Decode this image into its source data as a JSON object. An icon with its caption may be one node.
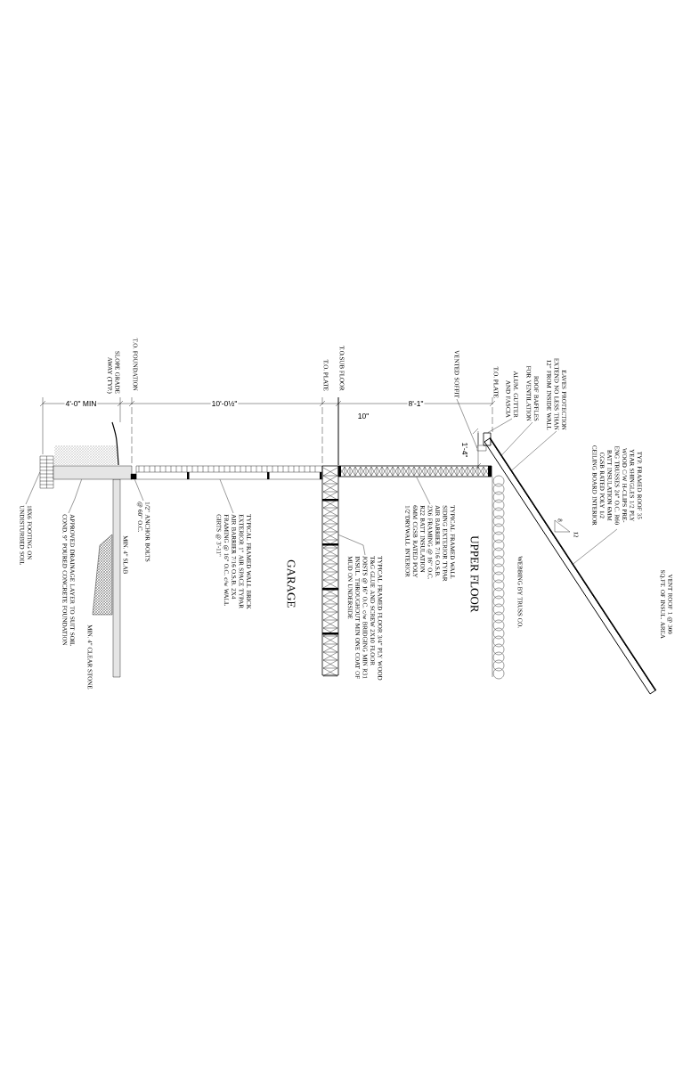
{
  "diagram": {
    "nodes": [
      {
        "text": [
          "18X6 FOOTING ON UNDISTURBED SOIL"
        ]
      },
      {
        "text": [
          "APPROVED DRAINAGE LAYER TO SUIT SOIL COND. 9\" POURED CONCRETE FOUNDATION"
        ]
      },
      {
        "text": [
          "1/2\" ANCHOR BOLTS @ 60\" O.C."
        ]
      },
      {
        "text": [
          "TYPICAL FRAMED WALL BRICK EXTERIOR 1\" AIR SPACE TYPAR AIR BARRIER 7/16 O.S.B. 2X4 FRAMING @ 16\" O.C. c/w WALL GIRTS @ 3'-11\""
        ]
      },
      {
        "text": [
          "TYPICAL FRAMED FLOOR 3/4\" PLY WOOD T&G GLUE AND SCREW 2X10 FLOOR JOISTS @ 16\" O.C. c/w BRIDGING MIN R31 INSUL. THROUGHOUT MIN ONE COAT OF MUD ON UNDERSIDE"
        ]
      },
      {
        "text": [
          "TYPICAL FRAMED WALL SIDING EXTERIOR TYPAR AIR BARRIER 7/16 O.S.B. 2X6 FRAMING @ 16\" O.C. R22 BATT INSULATION 6MM CGSB RATED POLY 1/2\"DRYWALL INTERIOR"
        ]
      },
      {
        "text": [
          "VENTED SOFFIT"
        ]
      },
      {
        "text": [
          "ALUM. GUTTER AND FASCIA"
        ]
      },
      {
        "text": [
          "ROOF BAFFLES FOR VENTILATION"
        ]
      },
      {
        "text": [
          "EAVES PROTECTION EXTEND NO LESS THAN 12\" FROM INSIDE WALL"
        ]
      },
      {
        "text": [
          "TYP. FRAMED ROOF 35 YEAR SHINGLES 1/2 PLY WOOD C/W H-CLIPS PRE-ENG TRUSSES 24\" O.C. R60 BATT INSULATION 6MM CGSB RATED POLY 1/2 CEILING BOARD INTERIOR"
        ]
      },
      {
        "text": [],
        "shape": "box"
      },
      {
        "text": [],
        "shape": "box"
      },
      {
        "text": [],
        "shape": "box"
      },
      {
        "text": [],
        "shape": "box"
      },
      {
        "text": [],
        "shape": "box"
      },
      {
        "text": [],
        "shape": "box"
      },
      {
        "text": [],
        "shape": "box"
      },
      {
        "text": [],
        "shape": "box"
      },
      {
        "text": [],
        "shape": "box"
      }
    ],
    "edges": [
      {
        "from": 0,
        "to": 11,
        "arrow": "none"
      },
      {
        "from": 1,
        "to": 12,
        "arrow": "none"
      },
      {
        "from": 2,
        "to": 13,
        "arrow": "none"
      },
      {
        "from": 3,
        "to": 14,
        "arrow": "none"
      },
      {
        "from": 4,
        "to": 15,
        "arrow": "none"
      },
      {
        "from": 5,
        "to": 16,
        "arrow": "none"
      },
      {
        "from": 6,
        "to": 17,
        "arrow": "none"
      },
      {
        "from": 7,
        "to": 18,
        "arrow": "none"
      },
      {
        "from": 8,
        "to": 19,
        "arrow": "none"
      },
      {
        "from": 9,
        "to": 19,
        "arrow": "none"
      },
      {
        "from": 10,
        "to": 19,
        "arrow": "none"
      }
    ],
    "labels": [
      "SLOPE GRADE AWAY (TYP.)",
      "T.O. FOUNDATION",
      "T.O. PLATE",
      "T.O.SUB FLOOR",
      "T.O. PLATE",
      "4'-0\" MIN",
      "10'-0½\"",
      "10\"",
      "8'-1\"",
      "1'-4\"",
      "MIN. 4\" SLAB",
      "MIN. 4\" CLEAR STONE",
      "GARAGE",
      "UPPER FLOOR",
      "WEBBING BY TRUSS CO.",
      "8",
      "12",
      "VENT ROOF 1 @ 300 SQ.FT. OF INSUL. AREA"
    ]
  }
}
